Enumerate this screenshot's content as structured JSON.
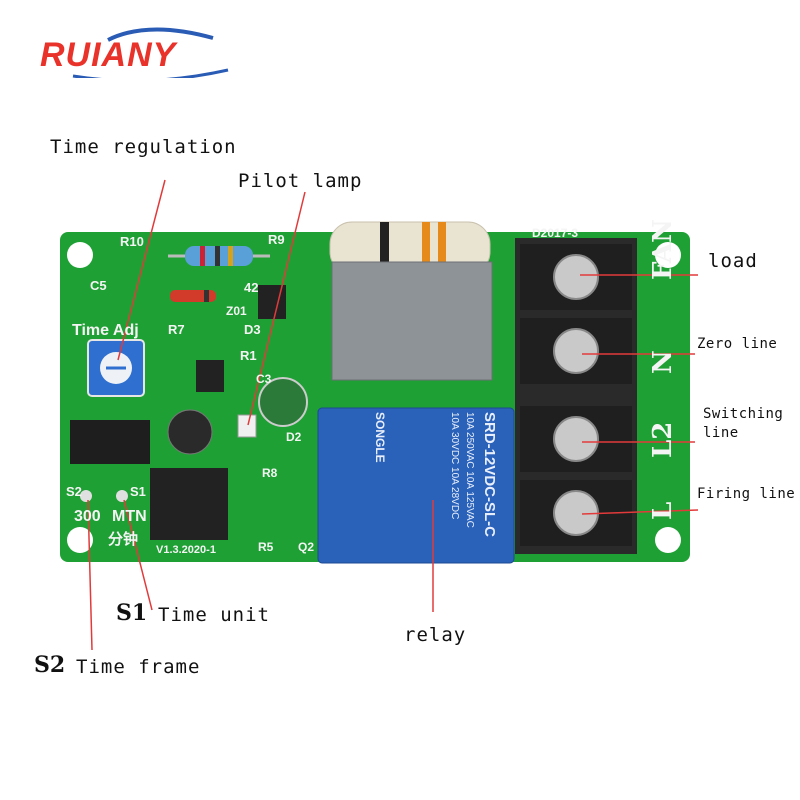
{
  "brand": {
    "name": "RUIANY",
    "color": "#e8322a"
  },
  "annotations": {
    "time_regulation": "Time regulation",
    "pilot_lamp": "Pilot lamp",
    "load": "load",
    "zero_line": "Zero line",
    "switching_line_1": "Switching",
    "switching_line_2": "line",
    "firing_line": "Firing line",
    "s1": "S1",
    "time_unit": "Time unit",
    "relay": "relay",
    "s2": "S2",
    "time_frame": "Time frame"
  },
  "board": {
    "silkscreen": {
      "r10": "R10",
      "r9": "R9",
      "c5": "C5",
      "c42": "42",
      "z01": "Z01",
      "time_adj": "Time Adj",
      "r7": "R7",
      "d3": "D3",
      "r1": "R1",
      "c3": "C3",
      "d2": "D2",
      "r8": "R8",
      "r5": "R5",
      "q2": "Q2",
      "s2": "S2",
      "s1": "S1",
      "val300": "300",
      "mtn": "MTN",
      "fenzhong": "分钟",
      "version": "V1.3.2020-1",
      "top_right": "D2017-3"
    },
    "terminals": [
      "FAN",
      "N",
      "L2",
      "L"
    ],
    "relay": {
      "model": "SRD-12VDC-SL-C",
      "rating_1": "10A 250VAC  10A 125VAC",
      "rating_2": "10A 30VDC  10A 28VDC",
      "brand": "SONGLE"
    },
    "colors": {
      "pcb": "#1fa035",
      "relay": "#2a62b9",
      "terminal": "#2a2a2a",
      "resistor_power": "#e9e3d2"
    }
  }
}
